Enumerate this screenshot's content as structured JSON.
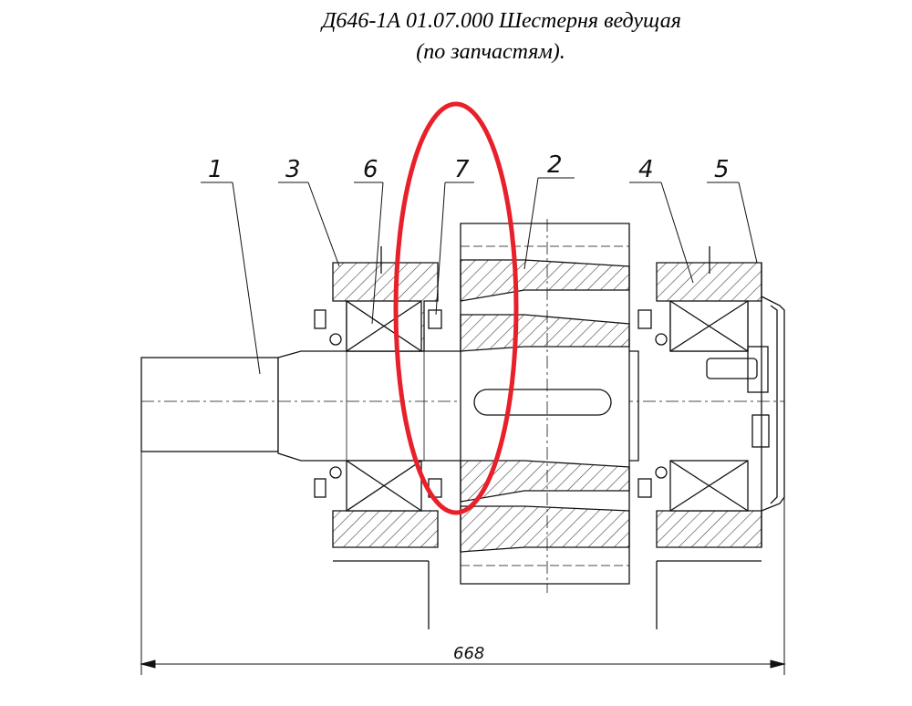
{
  "title": {
    "line1": "Д646-1А 01.07.000 Шестерня ведущая",
    "line2": "(по запчастям)."
  },
  "callouts": [
    "1",
    "3",
    "6",
    "7",
    "2",
    "4",
    "5"
  ],
  "dimension": {
    "value": "668"
  },
  "highlight_color": "#e8202a"
}
